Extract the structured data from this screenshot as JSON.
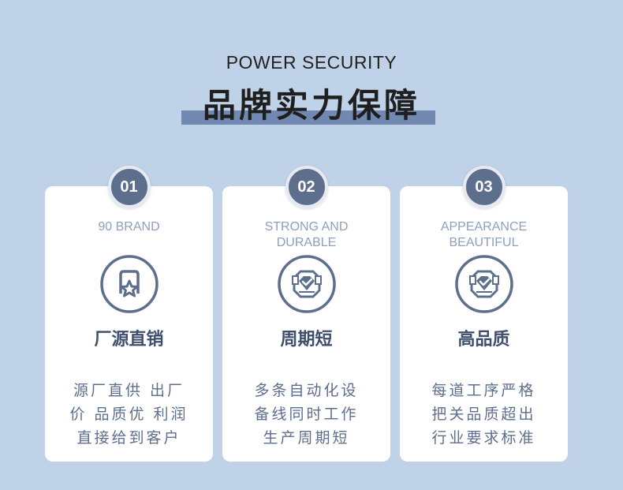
{
  "header": {
    "subtitle": "POWER SECURITY",
    "title": "品牌实力保障"
  },
  "cards": [
    {
      "number": "01",
      "en_lines": [
        "90 BRAND"
      ],
      "icon": "badge-star-icon",
      "cn_title": "厂源直销",
      "desc_lines": [
        "源厂直供 出厂",
        "价 品质优 利润",
        "直接给到客户"
      ]
    },
    {
      "number": "02",
      "en_lines": [
        "STRONG AND",
        "DURABLE"
      ],
      "icon": "shield-diamond-icon",
      "cn_title": "周期短",
      "desc_lines": [
        "多条自动化设",
        "备线同时工作",
        "生产周期短"
      ]
    },
    {
      "number": "03",
      "en_lines": [
        "APPEARANCE",
        "BEAUTIFUL"
      ],
      "icon": "shield-diamond-icon",
      "cn_title": "高品质",
      "desc_lines": [
        "每道工序严格",
        "把关品质超出",
        "行业要求标准"
      ]
    }
  ],
  "colors": {
    "background": "#c0d2e8",
    "accent": "#5e6f8e",
    "title_bar": "#7189b0",
    "card": "#ffffff"
  }
}
